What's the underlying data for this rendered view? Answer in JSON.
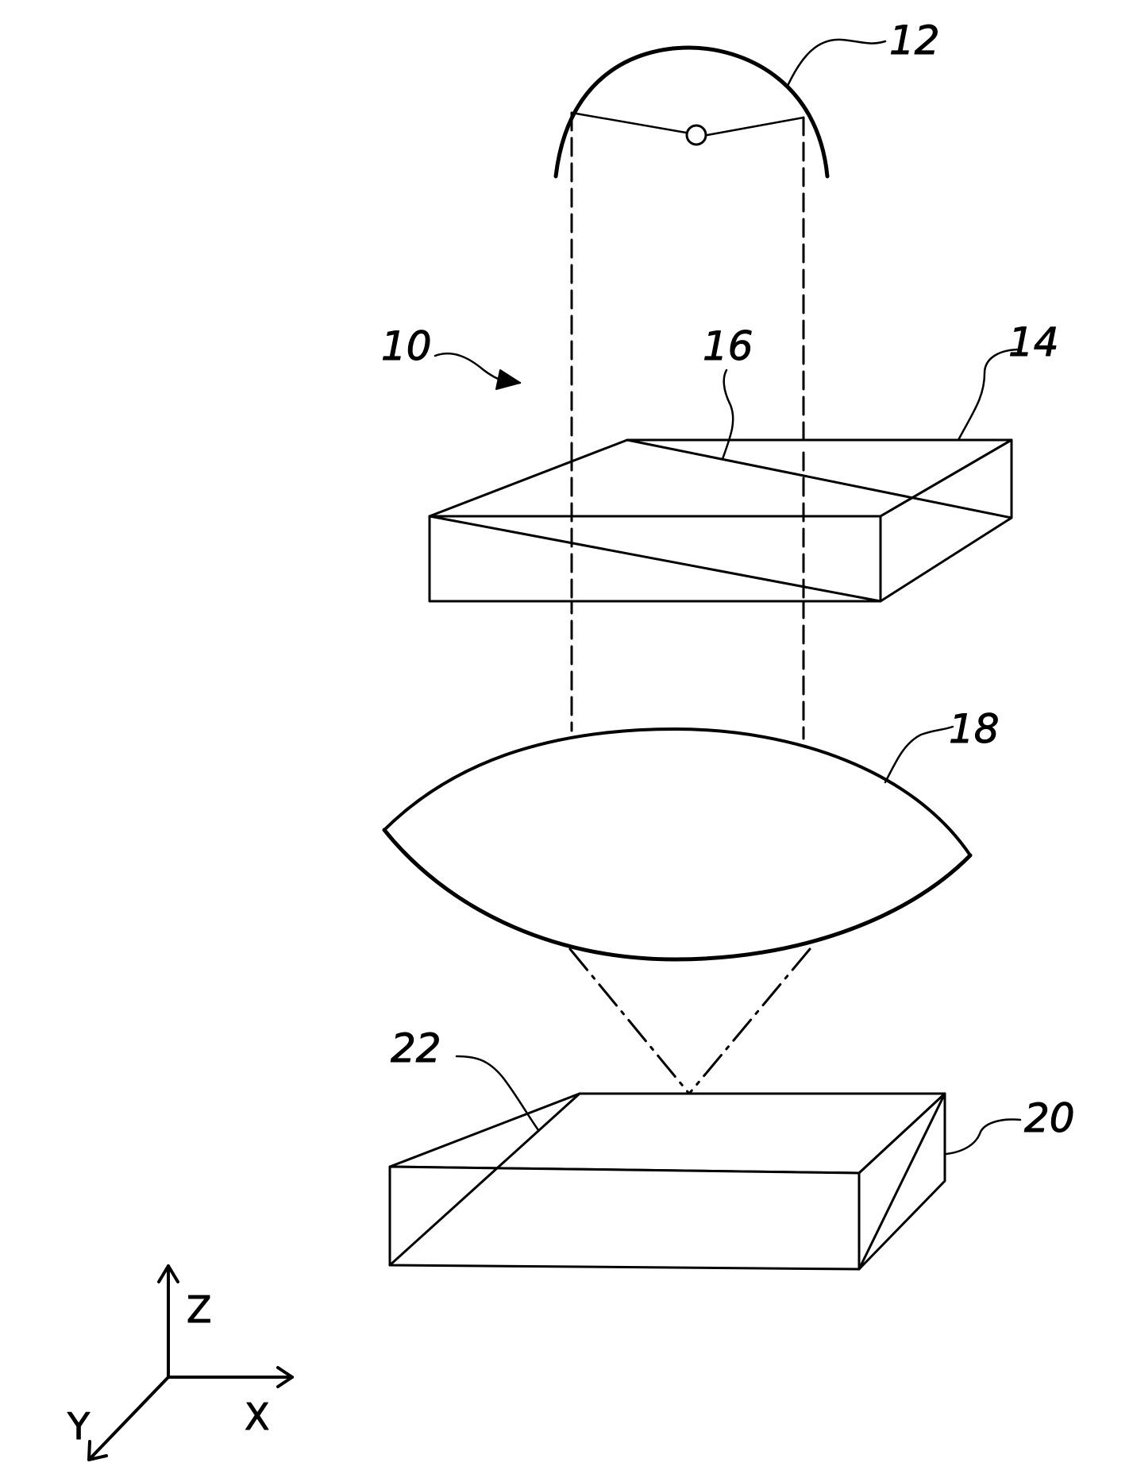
{
  "figure": {
    "labels": {
      "system": "10",
      "lamp": "12",
      "upper_element": "14",
      "upper_diagonal": "16",
      "lens": "18",
      "lower_element": "20",
      "lower_diagonal": "22"
    },
    "axes": {
      "z": "Z",
      "x": "X",
      "y": "Y"
    }
  }
}
